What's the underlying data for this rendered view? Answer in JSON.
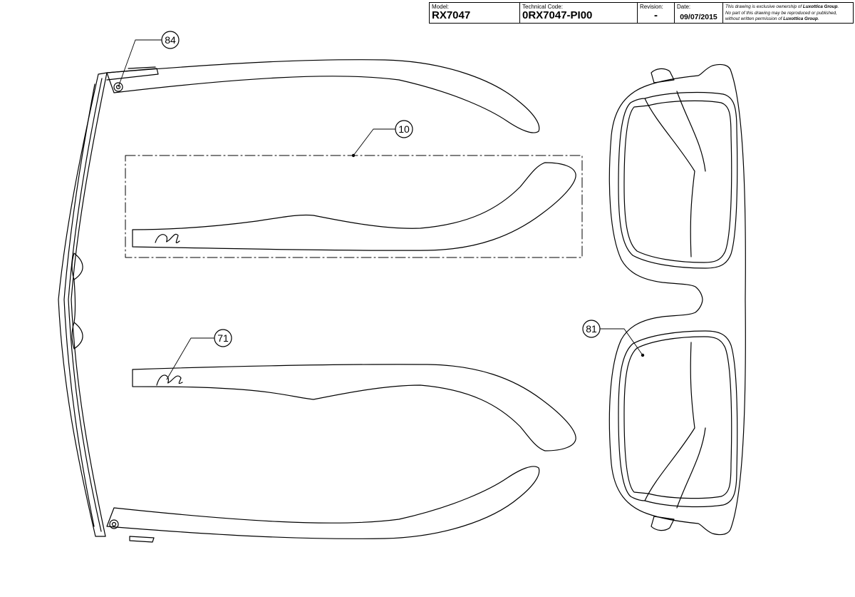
{
  "title_block": {
    "model_label": "Model:",
    "model_value": "RX7047",
    "code_label": "Technical Code:",
    "code_value": "0RX7047-PI00",
    "revision_label": "Revision:",
    "revision_value": "-",
    "date_label": "Date:",
    "date_value": "09/07/2015",
    "notice_line1_pre": "This drawing is exclusive ownership of ",
    "notice_owner": "Luxottica Group",
    "notice_line1_post": ".",
    "notice_line2": "No part of this drawing may be reproduced or published,",
    "notice_line3_pre": "without written permission of ",
    "notice_owner2": "Luxottica Group",
    "notice_line3_post": "."
  },
  "callouts": {
    "hinge": "84",
    "temple_side": "10",
    "temple_logo": "71",
    "lens": "81"
  },
  "logo_script": {
    "temple_logo_text": "RayBan"
  }
}
